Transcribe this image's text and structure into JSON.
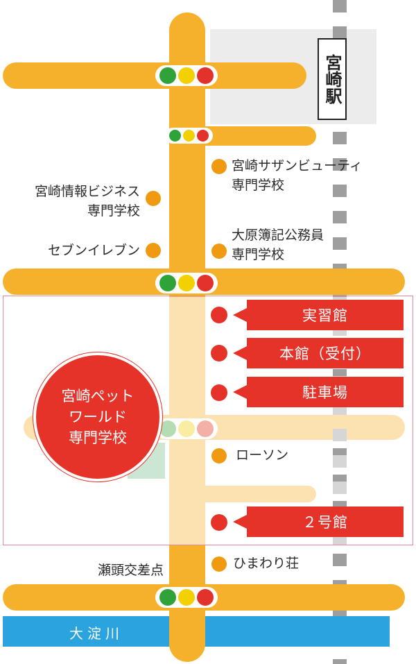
{
  "station": {
    "label": "宮崎駅"
  },
  "school": {
    "lines": [
      "宮崎ペット",
      "ワールド",
      "専門学校"
    ]
  },
  "landmarks": {
    "sazan_beauty": [
      "宮崎サザンビューティ",
      "専門学校"
    ],
    "joho_business": [
      "宮崎情報ビジネス",
      "専門学校"
    ],
    "seven_eleven": "セブンイレブン",
    "ohara": [
      "大原簿記公務員",
      "専門学校"
    ],
    "lawson": "ローソン",
    "himawari": "ひまわり荘",
    "segashira": "瀬頭交差点"
  },
  "buildings": {
    "jisshukan": "実習館",
    "honkan": "本館（受付）",
    "parking": "駐車場",
    "annex2": "２号館"
  },
  "river": {
    "label": "大淀川"
  },
  "colors": {
    "road": "#f5b12b",
    "road_pale": "#fbe2b0",
    "accent_red": "#e5332a",
    "river": "#2aa3de",
    "landmark_dot": "#f09a12",
    "station_area": "#ececec",
    "highlight_box": "#e48a97"
  },
  "icons": [
    "traffic-signal-icon",
    "railway-track",
    "location-dot-icon"
  ]
}
